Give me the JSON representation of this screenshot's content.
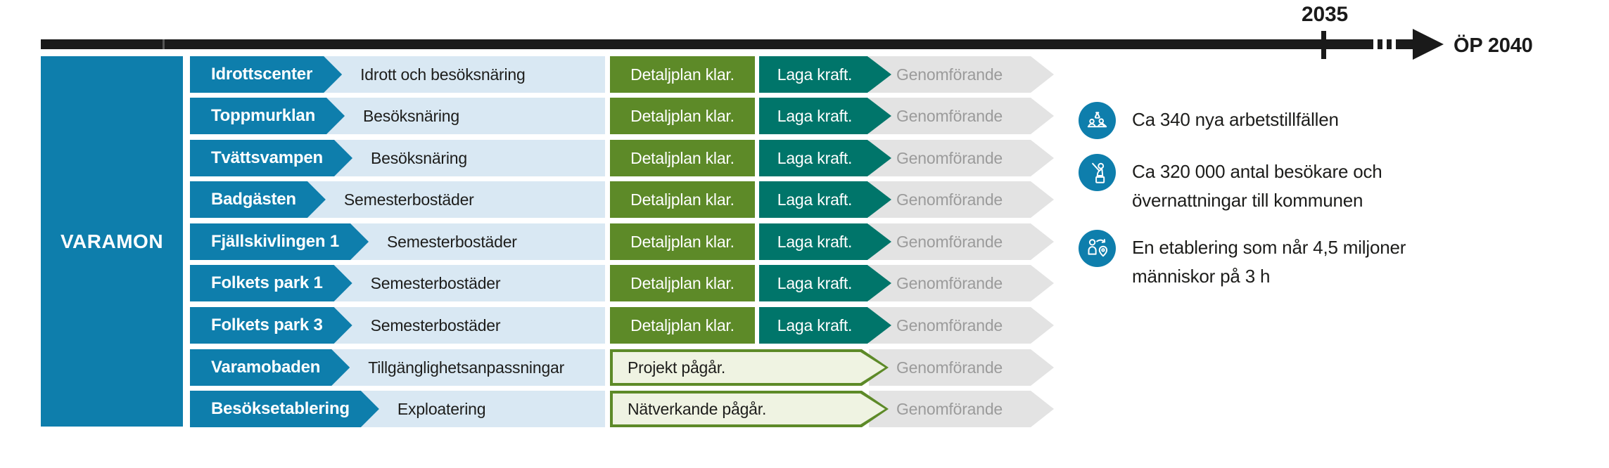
{
  "colors": {
    "blue": "#0E7EAC",
    "lightblue": "#D9E8F3",
    "green": "#5D8A28",
    "teal": "#00756A",
    "gray": "#E3E3E3",
    "graytext": "#9B9B9B",
    "lightgreen": "#EFF3E2",
    "ink": "#1D1D1B"
  },
  "timeline": {
    "tick_label": "2035",
    "end_label": "ÖP 2040"
  },
  "group_label": "VARAMON",
  "rows": [
    {
      "name": "Idrottscenter",
      "description": "Idrott och besöksnäring",
      "stages": [
        {
          "label": "Detaljplan klar.",
          "status": "done"
        },
        {
          "label": "Laga kraft.",
          "status": "legal"
        },
        {
          "label": "Genomförande",
          "status": "upcoming"
        }
      ]
    },
    {
      "name": "Toppmurklan",
      "description": "Besöksnäring",
      "stages": [
        {
          "label": "Detaljplan klar.",
          "status": "done"
        },
        {
          "label": "Laga kraft.",
          "status": "legal"
        },
        {
          "label": "Genomförande",
          "status": "upcoming"
        }
      ]
    },
    {
      "name": "Tvättsvampen",
      "description": "Besöksnäring",
      "stages": [
        {
          "label": "Detaljplan klar.",
          "status": "done"
        },
        {
          "label": "Laga kraft.",
          "status": "legal"
        },
        {
          "label": "Genomförande",
          "status": "upcoming"
        }
      ]
    },
    {
      "name": "Badgästen",
      "description": "Semesterbostäder",
      "stages": [
        {
          "label": "Detaljplan klar.",
          "status": "done"
        },
        {
          "label": "Laga kraft.",
          "status": "legal"
        },
        {
          "label": "Genomförande",
          "status": "upcoming"
        }
      ]
    },
    {
      "name": "Fjällskivlingen 1",
      "description": "Semesterbostäder",
      "stages": [
        {
          "label": "Detaljplan klar.",
          "status": "done"
        },
        {
          "label": "Laga kraft.",
          "status": "legal"
        },
        {
          "label": "Genomförande",
          "status": "upcoming"
        }
      ]
    },
    {
      "name": "Folkets park 1",
      "description": "Semesterbostäder",
      "stages": [
        {
          "label": "Detaljplan klar.",
          "status": "done"
        },
        {
          "label": "Laga kraft.",
          "status": "legal"
        },
        {
          "label": "Genomförande",
          "status": "upcoming"
        }
      ]
    },
    {
      "name": "Folkets park 3",
      "description": "Semesterbostäder",
      "stages": [
        {
          "label": "Detaljplan klar.",
          "status": "done"
        },
        {
          "label": "Laga kraft.",
          "status": "legal"
        },
        {
          "label": "Genomförande",
          "status": "upcoming"
        }
      ]
    },
    {
      "name": "Varamobaden",
      "description": "Tillgänglighetsanpassningar",
      "stages": [
        {
          "label": "Projekt pågår.",
          "status": "ongoing"
        },
        {
          "label": "Genomförande",
          "status": "upcoming"
        }
      ]
    },
    {
      "name": "Besöksetablering",
      "description": "Exploatering",
      "stages": [
        {
          "label": "Nätverkande pågår.",
          "status": "ongoing"
        },
        {
          "label": "Genomförande",
          "status": "upcoming"
        }
      ]
    }
  ],
  "stats": [
    {
      "icon": "jobs-icon",
      "text": "Ca 340 nya arbetstillfällen"
    },
    {
      "icon": "visitors-icon",
      "text": "Ca 320 000 antal besökare och övernattningar till kommunen"
    },
    {
      "icon": "reach-icon",
      "text": "En etablering som når 4,5 miljoner människor på 3 h"
    }
  ]
}
